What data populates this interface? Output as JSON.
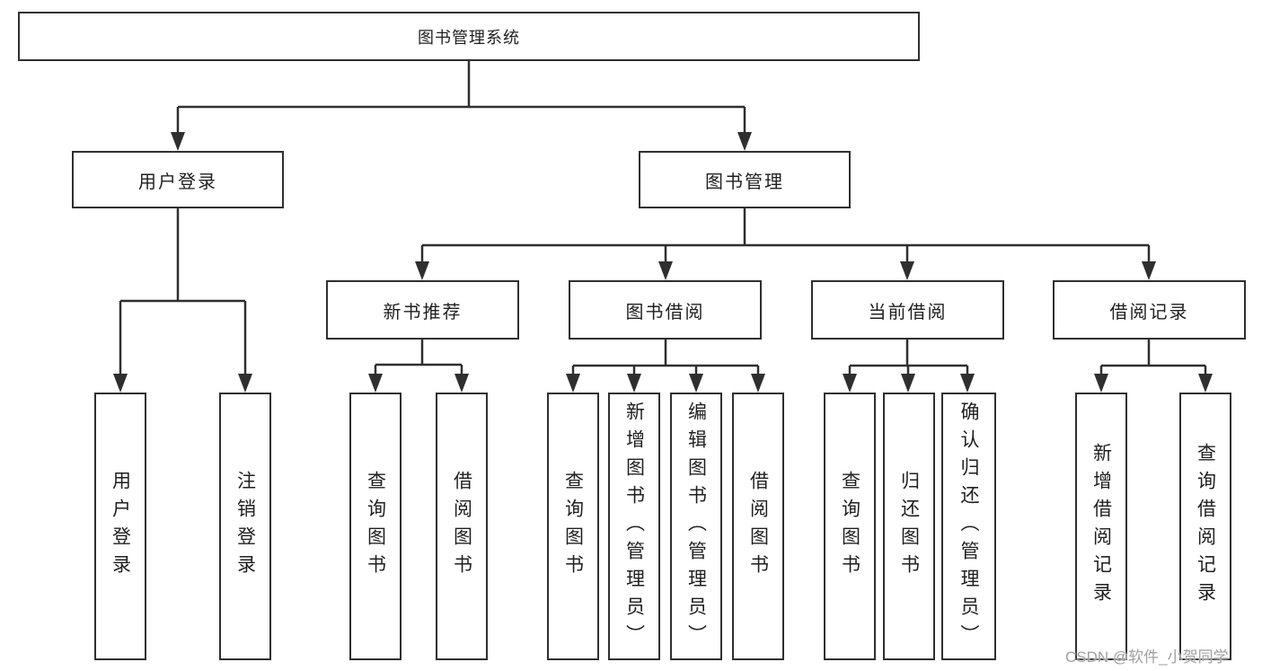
{
  "diagram": {
    "title": "图书管理系统",
    "root": {
      "label": "图书管理系统"
    },
    "level2": [
      {
        "id": "user-login",
        "label": "用户登录"
      },
      {
        "id": "book-management",
        "label": "图书管理"
      }
    ],
    "level3": [
      {
        "id": "new-book-recommend",
        "label": "新书推荐"
      },
      {
        "id": "book-borrow",
        "label": "图书借阅"
      },
      {
        "id": "current-borrow",
        "label": "当前借阅"
      },
      {
        "id": "borrow-records",
        "label": "借阅记录"
      }
    ],
    "leaves": {
      "user_login": [
        "用户登录",
        "注销登录"
      ],
      "new_rec": [
        "查询图书",
        "借阅图书"
      ],
      "borrow": [
        "查询图书",
        "新增图书（管理员）",
        "编辑图书（管理员）",
        "借阅图书"
      ],
      "current": [
        "查询图书",
        "归还图书",
        "确认归还（管理员）"
      ],
      "records": [
        "新增借阅记录",
        "查询借阅记录"
      ]
    },
    "colors": {
      "line": "#2f2f2f",
      "text": "#1f1f1f",
      "background": "#ffffff",
      "watermark": "#a0a0a0"
    }
  },
  "watermark": {
    "text": "CSDN @软件_小贺同学"
  }
}
